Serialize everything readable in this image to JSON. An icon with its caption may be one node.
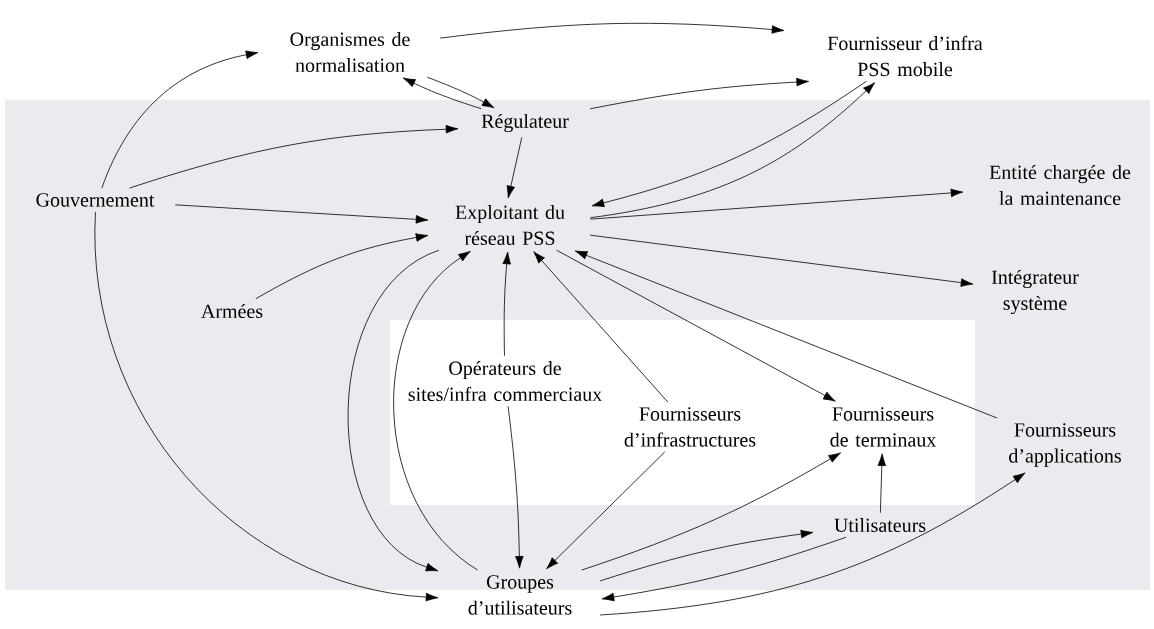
{
  "diagram": {
    "nodes": [
      {
        "text": [
          "Organismes de normalisation"
        ]
      },
      {
        "text": [
          "Fournisseur d’infra PSS mobile"
        ]
      },
      {
        "text": [
          "Régulateur"
        ]
      },
      {
        "text": [
          "Gouvernement"
        ]
      },
      {
        "text": [
          "Exploitant du réseau PSS"
        ]
      },
      {
        "text": [
          "Entité chargée de la maintenance"
        ]
      },
      {
        "text": [
          "Armées"
        ]
      },
      {
        "text": [
          "Intégrateur système"
        ]
      },
      {
        "text": [
          "Opérateurs de sites/infra commerciaux"
        ]
      },
      {
        "text": [
          "Fournisseurs d’infrastructures"
        ]
      },
      {
        "text": [
          "Fournisseurs de terminaux"
        ]
      },
      {
        "text": [
          "Fournisseurs d’applications"
        ]
      },
      {
        "text": [
          "Utilisateurs"
        ]
      },
      {
        "text": [
          "Groupes d’utilisateurs"
        ]
      }
    ],
    "edges": [
      {
        "from": 0,
        "to": 1,
        "arrow": "to"
      },
      {
        "from": 0,
        "to": 2,
        "arrow": "to"
      },
      {
        "from": 2,
        "to": 0,
        "arrow": "to"
      },
      {
        "from": 2,
        "to": 1,
        "arrow": "to"
      },
      {
        "from": 3,
        "to": 2,
        "arrow": "to"
      },
      {
        "from": 3,
        "to": 4,
        "arrow": "to"
      },
      {
        "from": 3,
        "to": 0,
        "arrow": "to"
      },
      {
        "from": 3,
        "to": 13,
        "arrow": "to"
      },
      {
        "from": 2,
        "to": 4,
        "arrow": "to"
      },
      {
        "from": 6,
        "to": 4,
        "arrow": "to"
      },
      {
        "from": 4,
        "to": 1,
        "arrow": "to"
      },
      {
        "from": 1,
        "to": 4,
        "arrow": "to"
      },
      {
        "from": 4,
        "to": 5,
        "arrow": "to"
      },
      {
        "from": 4,
        "to": 7,
        "arrow": "to"
      },
      {
        "from": 11,
        "to": 4,
        "arrow": "to"
      },
      {
        "from": 4,
        "to": 10,
        "arrow": "to"
      },
      {
        "from": 9,
        "to": 4,
        "arrow": "to"
      },
      {
        "from": 8,
        "to": 4,
        "arrow": "to"
      },
      {
        "from": 8,
        "to": 13,
        "arrow": "to"
      },
      {
        "from": 13,
        "to": 4,
        "arrow": "to"
      },
      {
        "from": 4,
        "to": 13,
        "arrow": "to"
      },
      {
        "from": 9,
        "to": 13,
        "arrow": "to"
      },
      {
        "from": 13,
        "to": 10,
        "arrow": "to"
      },
      {
        "from": 12,
        "to": 10,
        "arrow": "to"
      },
      {
        "from": 13,
        "to": 12,
        "arrow": "to"
      },
      {
        "from": 12,
        "to": 13,
        "arrow": "to"
      },
      {
        "from": 13,
        "to": 11,
        "arrow": "to"
      }
    ]
  }
}
